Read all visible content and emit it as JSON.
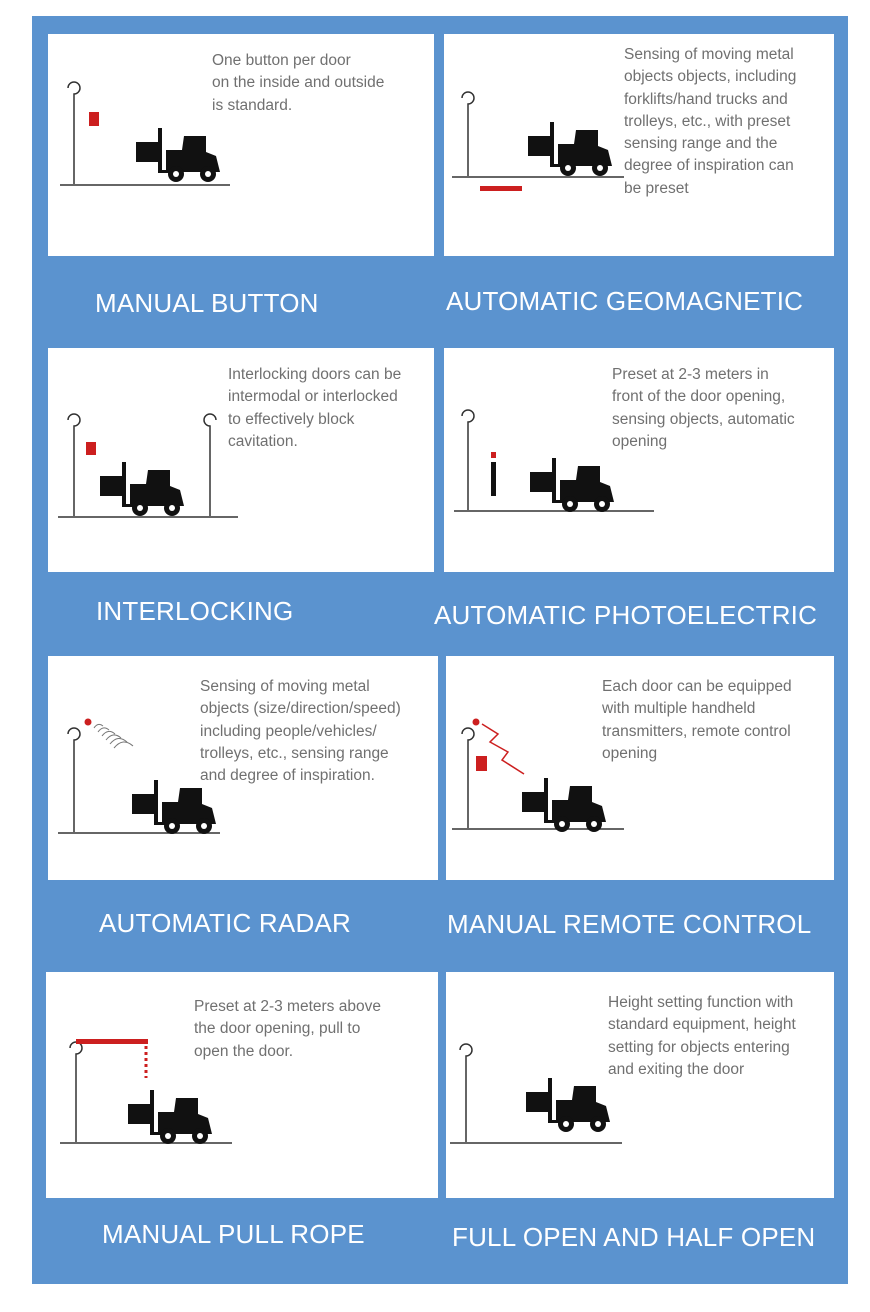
{
  "colors": {
    "panel": "#5b93cf",
    "card": "#ffffff",
    "accent": "#cc1f1f",
    "ink": "#111111",
    "text": "#707070"
  },
  "modes": [
    {
      "title": "MANUAL BUTTON",
      "description": "One button per door\non the inside and outside\nis standard.",
      "icon": "forklift-push-button-icon"
    },
    {
      "title": "AUTOMATIC GEOMAGNETIC",
      "description": "Sensing of moving metal\nobjects objects, including\nforklifts/hand trucks and\ntrolleys, etc., with preset\nsensing range and the\ndegree of inspiration can\nbe preset",
      "icon": "forklift-floor-loop-icon"
    },
    {
      "title": "INTERLOCKING",
      "description": "Interlocking doors can be\nintermodal or interlocked\nto effectively block\ncavitation.",
      "icon": "forklift-interlock-icon"
    },
    {
      "title": "AUTOMATIC PHOTOELECTRIC",
      "description": "Preset at 2-3 meters in\nfront of the door opening,\nsensing objects, automatic\nopening",
      "icon": "forklift-photocell-icon"
    },
    {
      "title": "AUTOMATIC RADAR",
      "description": "Sensing of moving metal\nobjects (size/direction/speed)\nincluding people/vehicles/\ntrolleys, etc., sensing range\nand degree of inspiration.",
      "icon": "forklift-radar-icon"
    },
    {
      "title": "MANUAL REMOTE CONTROL",
      "description": "Each door can be equipped\nwith multiple handheld\ntransmitters, remote control\nopening",
      "icon": "forklift-remote-icon"
    },
    {
      "title": "MANUAL PULL ROPE",
      "description": "Preset at 2-3 meters above\nthe door opening, pull to\nopen the door.",
      "icon": "forklift-pull-rope-icon"
    },
    {
      "title": "FULL OPEN AND HALF OPEN",
      "description": "Height setting function with\nstandard equipment, height\nsetting for objects entering\nand exiting the door",
      "icon": "forklift-height-setting-icon"
    }
  ]
}
